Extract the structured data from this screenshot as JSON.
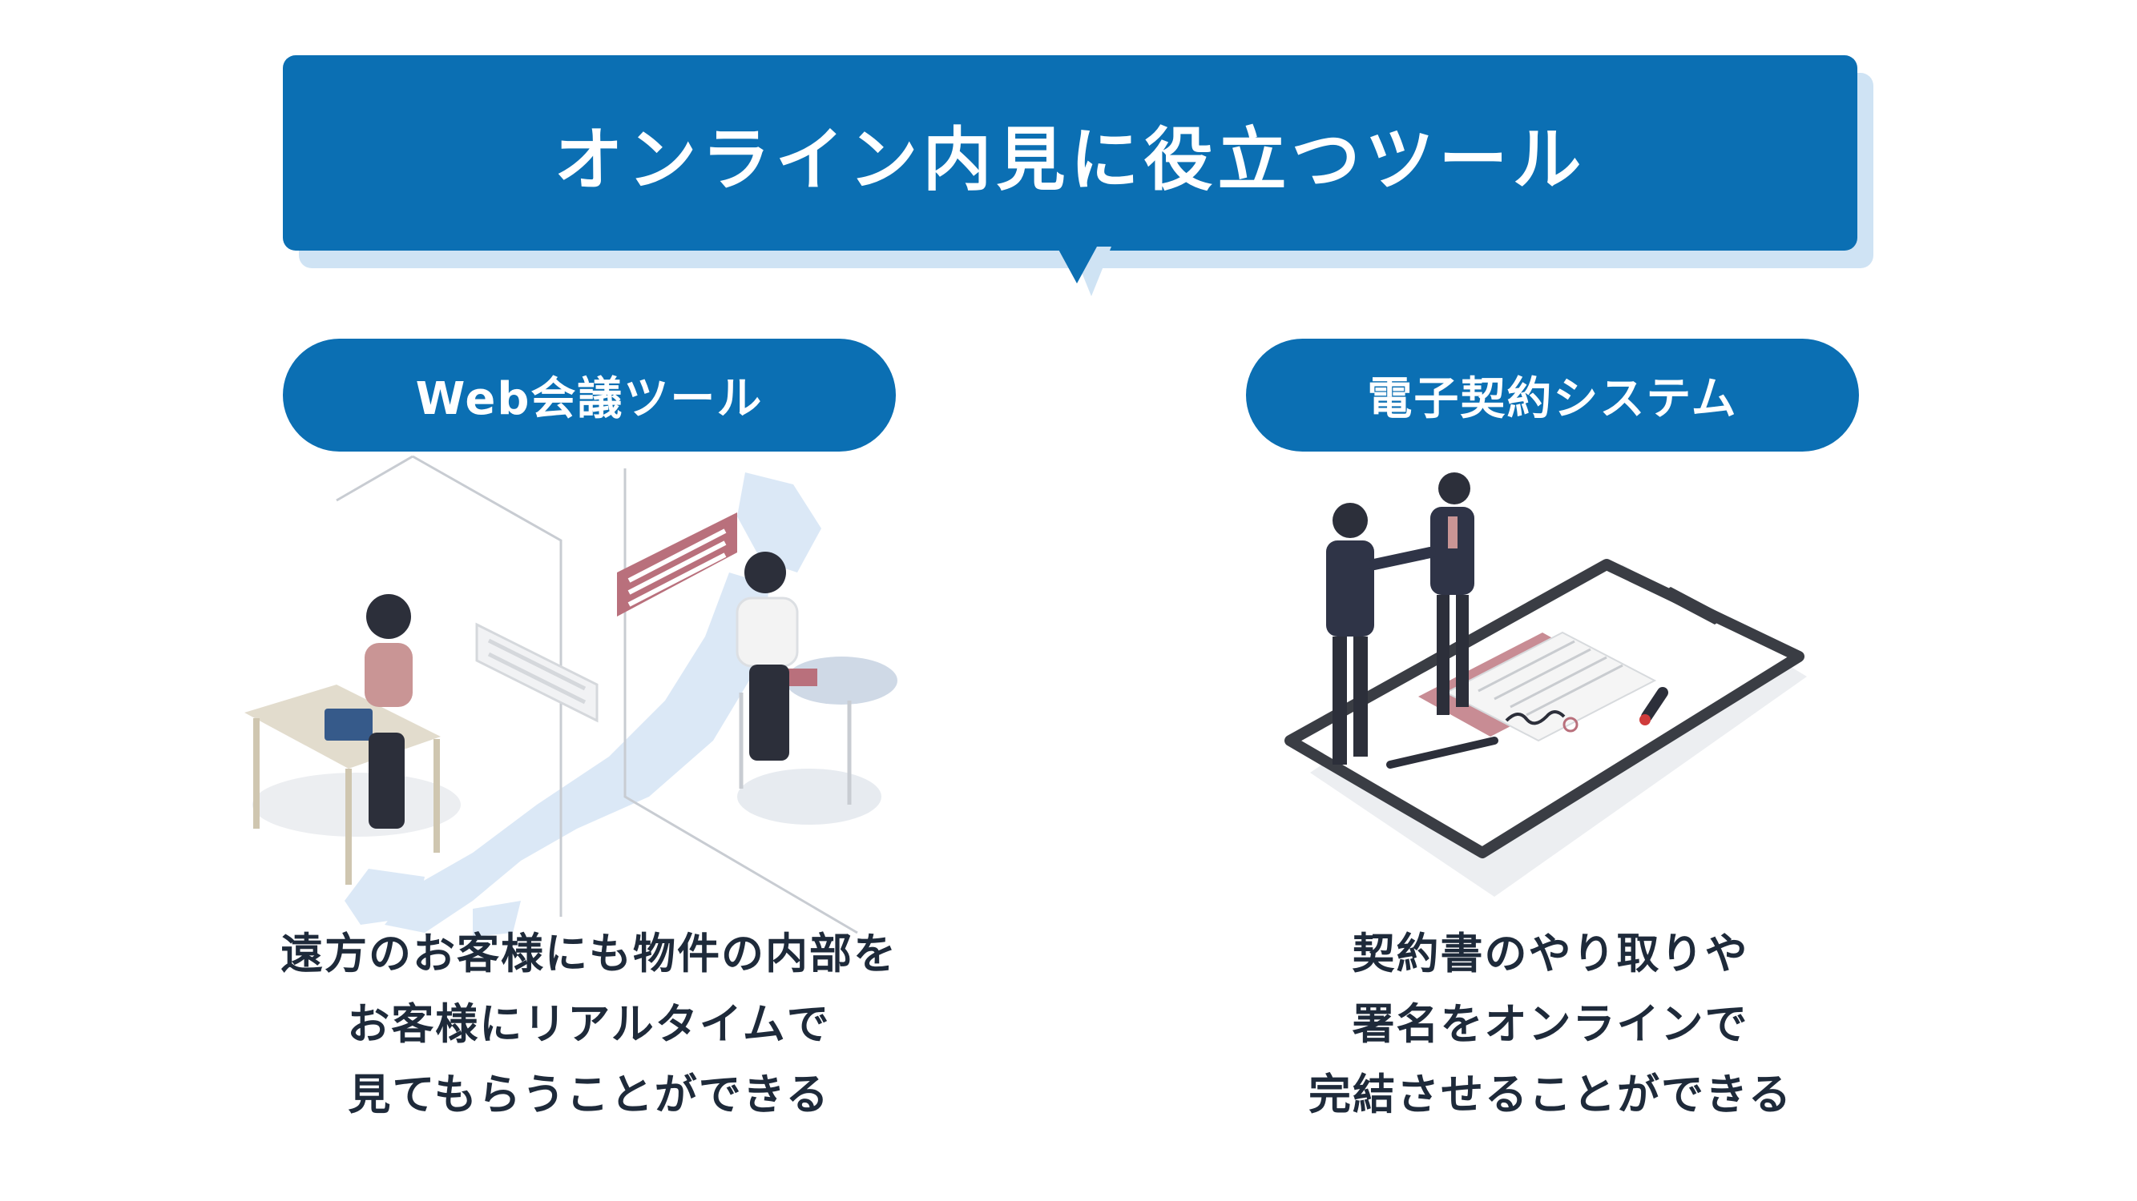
{
  "header": {
    "title": "オンライン内見に役立つツール"
  },
  "tools": [
    {
      "label": "Web会議ツール",
      "description": [
        "遠方のお客様にも物件の内部を",
        "お客様にリアルタイムで",
        "見てもらうことができる"
      ],
      "illustration_icon": "web-meeting-illustration"
    },
    {
      "label": "電子契約システム",
      "description": [
        "契約書のやり取りや",
        "署名をオンラインで",
        "完結させることができる"
      ],
      "illustration_icon": "e-contract-illustration"
    }
  ],
  "colors": {
    "primary": "#0b6fb3",
    "primary_shadow": "#cfe3f4",
    "text_dark": "#1e2a3a",
    "accent_pink": "#b9707c",
    "map_blue": "#dbe8f6"
  }
}
